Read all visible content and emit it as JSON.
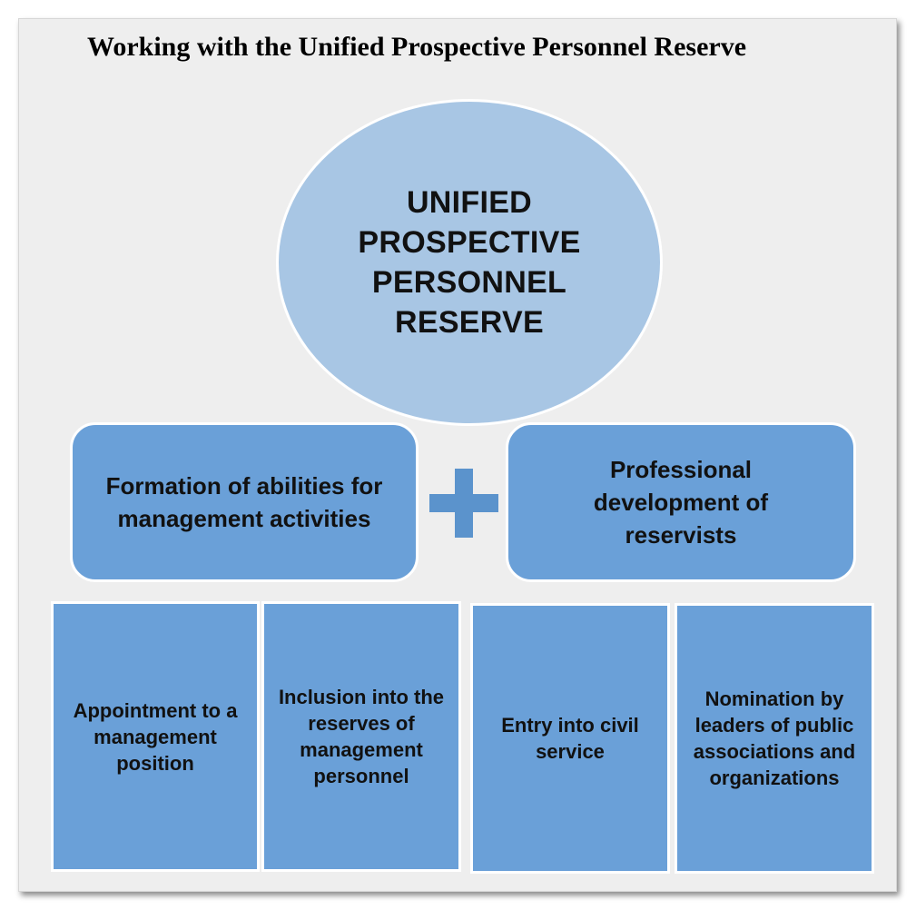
{
  "title": "Working with the Unified Prospective Personnel Reserve",
  "hub": {
    "label": "UNIFIED PROSPECTIVE PERSONNEL RESERVE"
  },
  "components": [
    {
      "label": "Formation of abilities for management activities"
    },
    {
      "label": "Professional development of reservists"
    }
  ],
  "connector": {
    "icon": "plus-icon",
    "color": "#5b93cc"
  },
  "sources": [
    {
      "label": "Appointment to a management position"
    },
    {
      "label": "Inclusion into the reserves of management personnel"
    },
    {
      "label": "Entry into civil service"
    },
    {
      "label": "Nomination by leaders of public associations and organizations"
    }
  ],
  "colors": {
    "hub_fill": "#a8c6e4",
    "box_fill": "#6aa0d8",
    "background": "#eeeeee"
  }
}
